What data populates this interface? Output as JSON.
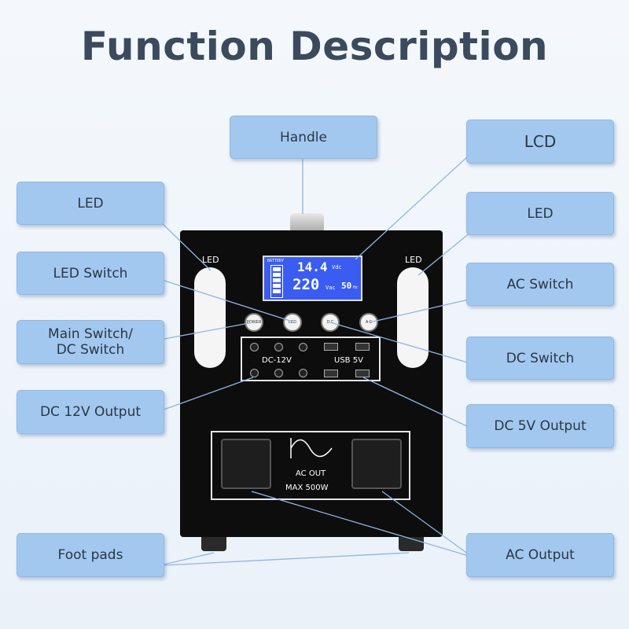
{
  "title": "Function Description",
  "labels": {
    "handle": "Handle",
    "lcd": "LCD",
    "led_left": "LED",
    "led_right": "LED",
    "led_switch": "LED  Switch",
    "ac_switch": "AC Switch",
    "main_switch_line1": "Main Switch/",
    "main_switch_line2": "DC Switch",
    "dc_switch": "DC Switch",
    "dc12_output": "DC 12V Output",
    "dc5_output": "DC 5V Output",
    "foot_pads": "Foot pads",
    "ac_output": "AC Output"
  },
  "device": {
    "led_tag_left": "LED",
    "led_tag_right": "LED",
    "lcd_battery": "BATTERY",
    "lcd_dc_voltage": "14.4",
    "lcd_dc_unit": "Vdc",
    "lcd_ac_voltage": "220",
    "lcd_ac_unit": "Vac",
    "lcd_frequency": "50",
    "lcd_frequency_unit": "Hz",
    "btn_power": "POWER",
    "btn_led": "LED",
    "btn_dc": "D C",
    "btn_ac": "A C",
    "dc_panel_label": "DC-12V",
    "usb_panel_label": "USB  5V",
    "ac_out_label": "AC  OUT",
    "ac_max_label": "MAX  500W"
  }
}
